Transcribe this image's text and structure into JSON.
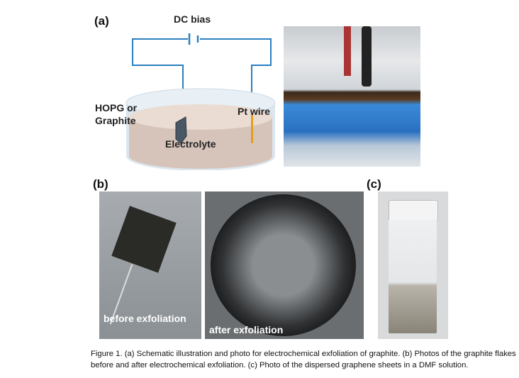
{
  "panels": {
    "a": {
      "label": "(a)",
      "dc_bias": "DC bias",
      "electrode_left": "HOPG or Graphite",
      "electrode_left_line1": "HOPG or",
      "electrode_left_line2": "Graphite",
      "electrode_right": "Pt wire",
      "electrolyte": "Electrolyte"
    },
    "b": {
      "label": "(b)",
      "before": "before exfoliation",
      "after": "after exfoliation"
    },
    "c": {
      "label": "(c)"
    }
  },
  "caption": {
    "line1": "Figure 1.  (a) Schematic illustration and photo for electrochemical exfoliation of graphite. (b) Photos of the graphite flakes",
    "line2": "before and after electrochemical exfoliation. (c) Photo of the dispersed graphene sheets in a DMF solution."
  },
  "colors": {
    "wire": "#2a7fc0",
    "pt": "#e0a020",
    "electrolyte": "#d9c8bf"
  }
}
